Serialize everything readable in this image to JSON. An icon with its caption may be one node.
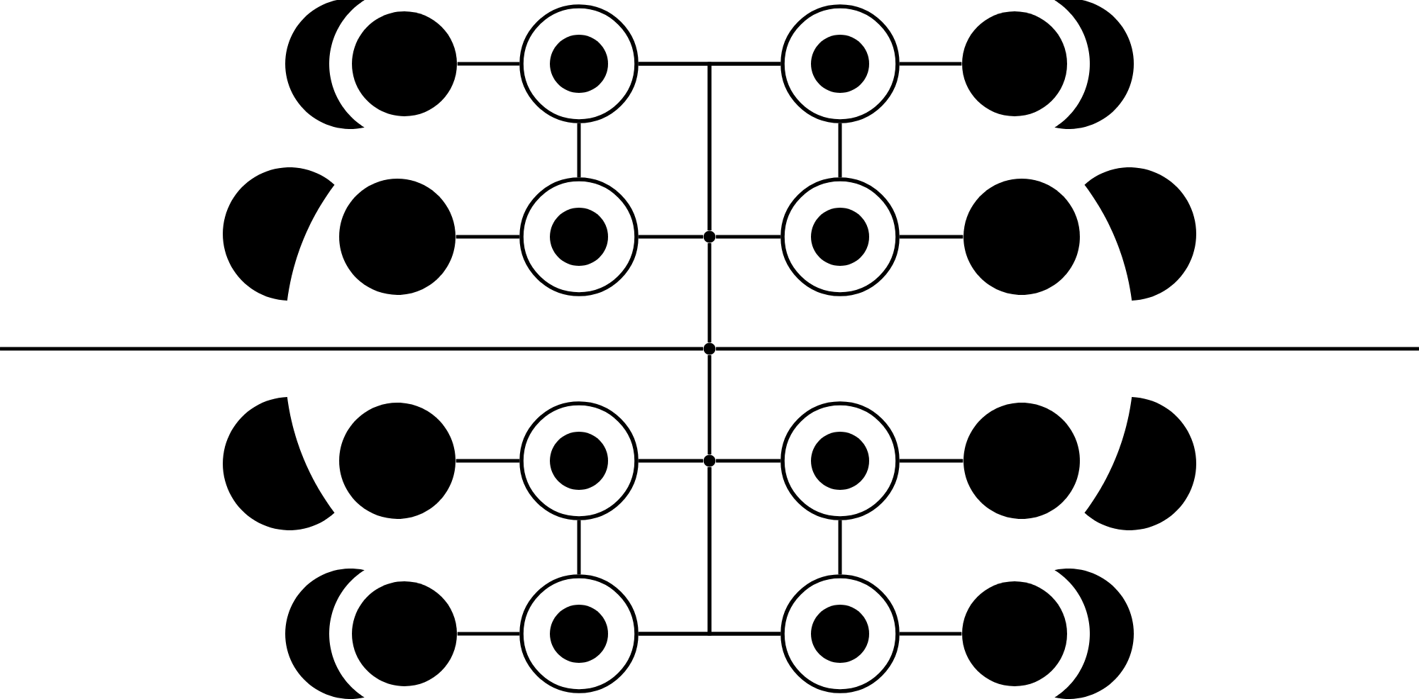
{
  "diagram": {
    "nodes": [
      {
        "text": [],
        "shape": "crescent"
      },
      {
        "text": [],
        "shape": "circle"
      },
      {
        "text": [],
        "shape": "ring"
      },
      {
        "text": [],
        "shape": "ring"
      },
      {
        "text": [],
        "shape": "circle"
      },
      {
        "text": [],
        "shape": "crescent"
      },
      {
        "text": [],
        "shape": "gibbous"
      },
      {
        "text": [],
        "shape": "circle"
      },
      {
        "text": [],
        "shape": "ring"
      },
      {
        "text": [],
        "shape": "dot"
      },
      {
        "text": [],
        "shape": "ring"
      },
      {
        "text": [],
        "shape": "circle"
      },
      {
        "text": [],
        "shape": "gibbous"
      },
      {
        "text": [],
        "shape": "dot"
      },
      {
        "text": [],
        "shape": "gibbous"
      },
      {
        "text": [],
        "shape": "circle"
      },
      {
        "text": [],
        "shape": "ring"
      },
      {
        "text": [],
        "shape": "dot"
      },
      {
        "text": [],
        "shape": "ring"
      },
      {
        "text": [],
        "shape": "circle"
      },
      {
        "text": [],
        "shape": "gibbous"
      },
      {
        "text": [],
        "shape": "crescent"
      },
      {
        "text": [],
        "shape": "circle"
      },
      {
        "text": [],
        "shape": "ring"
      },
      {
        "text": [],
        "shape": "ring"
      },
      {
        "text": [],
        "shape": "circle"
      },
      {
        "text": [],
        "shape": "crescent"
      }
    ],
    "edges": [
      {
        "from": 1,
        "to": 2,
        "arrow": "none"
      },
      {
        "from": 2,
        "to": 3,
        "arrow": "none"
      },
      {
        "from": 3,
        "to": 4,
        "arrow": "none"
      },
      {
        "from": 2,
        "to": 8,
        "arrow": "none"
      },
      {
        "from": 2,
        "to": 9,
        "arrow": "none"
      },
      {
        "from": 3,
        "to": 9,
        "arrow": "none"
      },
      {
        "from": 3,
        "to": 10,
        "arrow": "none"
      },
      {
        "from": 7,
        "to": 8,
        "arrow": "none"
      },
      {
        "from": 8,
        "to": 9,
        "arrow": "none"
      },
      {
        "from": 9,
        "to": 10,
        "arrow": "none"
      },
      {
        "from": 10,
        "to": 11,
        "arrow": "none"
      },
      {
        "from": 9,
        "to": 13,
        "arrow": "none"
      },
      {
        "from": null,
        "to": 13,
        "arrow": "none"
      },
      {
        "from": 13,
        "to": null,
        "arrow": "none"
      },
      {
        "from": 13,
        "to": 17,
        "arrow": "none"
      },
      {
        "from": 15,
        "to": 16,
        "arrow": "none"
      },
      {
        "from": 16,
        "to": 17,
        "arrow": "none"
      },
      {
        "from": 17,
        "to": 18,
        "arrow": "none"
      },
      {
        "from": 18,
        "to": 19,
        "arrow": "none"
      },
      {
        "from": 16,
        "to": 23,
        "arrow": "none"
      },
      {
        "from": 18,
        "to": 24,
        "arrow": "none"
      },
      {
        "from": 23,
        "to": 17,
        "arrow": "none"
      },
      {
        "from": 24,
        "to": 17,
        "arrow": "none"
      },
      {
        "from": 23,
        "to": 24,
        "arrow": "none"
      },
      {
        "from": 22,
        "to": 23,
        "arrow": "none"
      },
      {
        "from": 24,
        "to": 25,
        "arrow": "none"
      }
    ]
  }
}
